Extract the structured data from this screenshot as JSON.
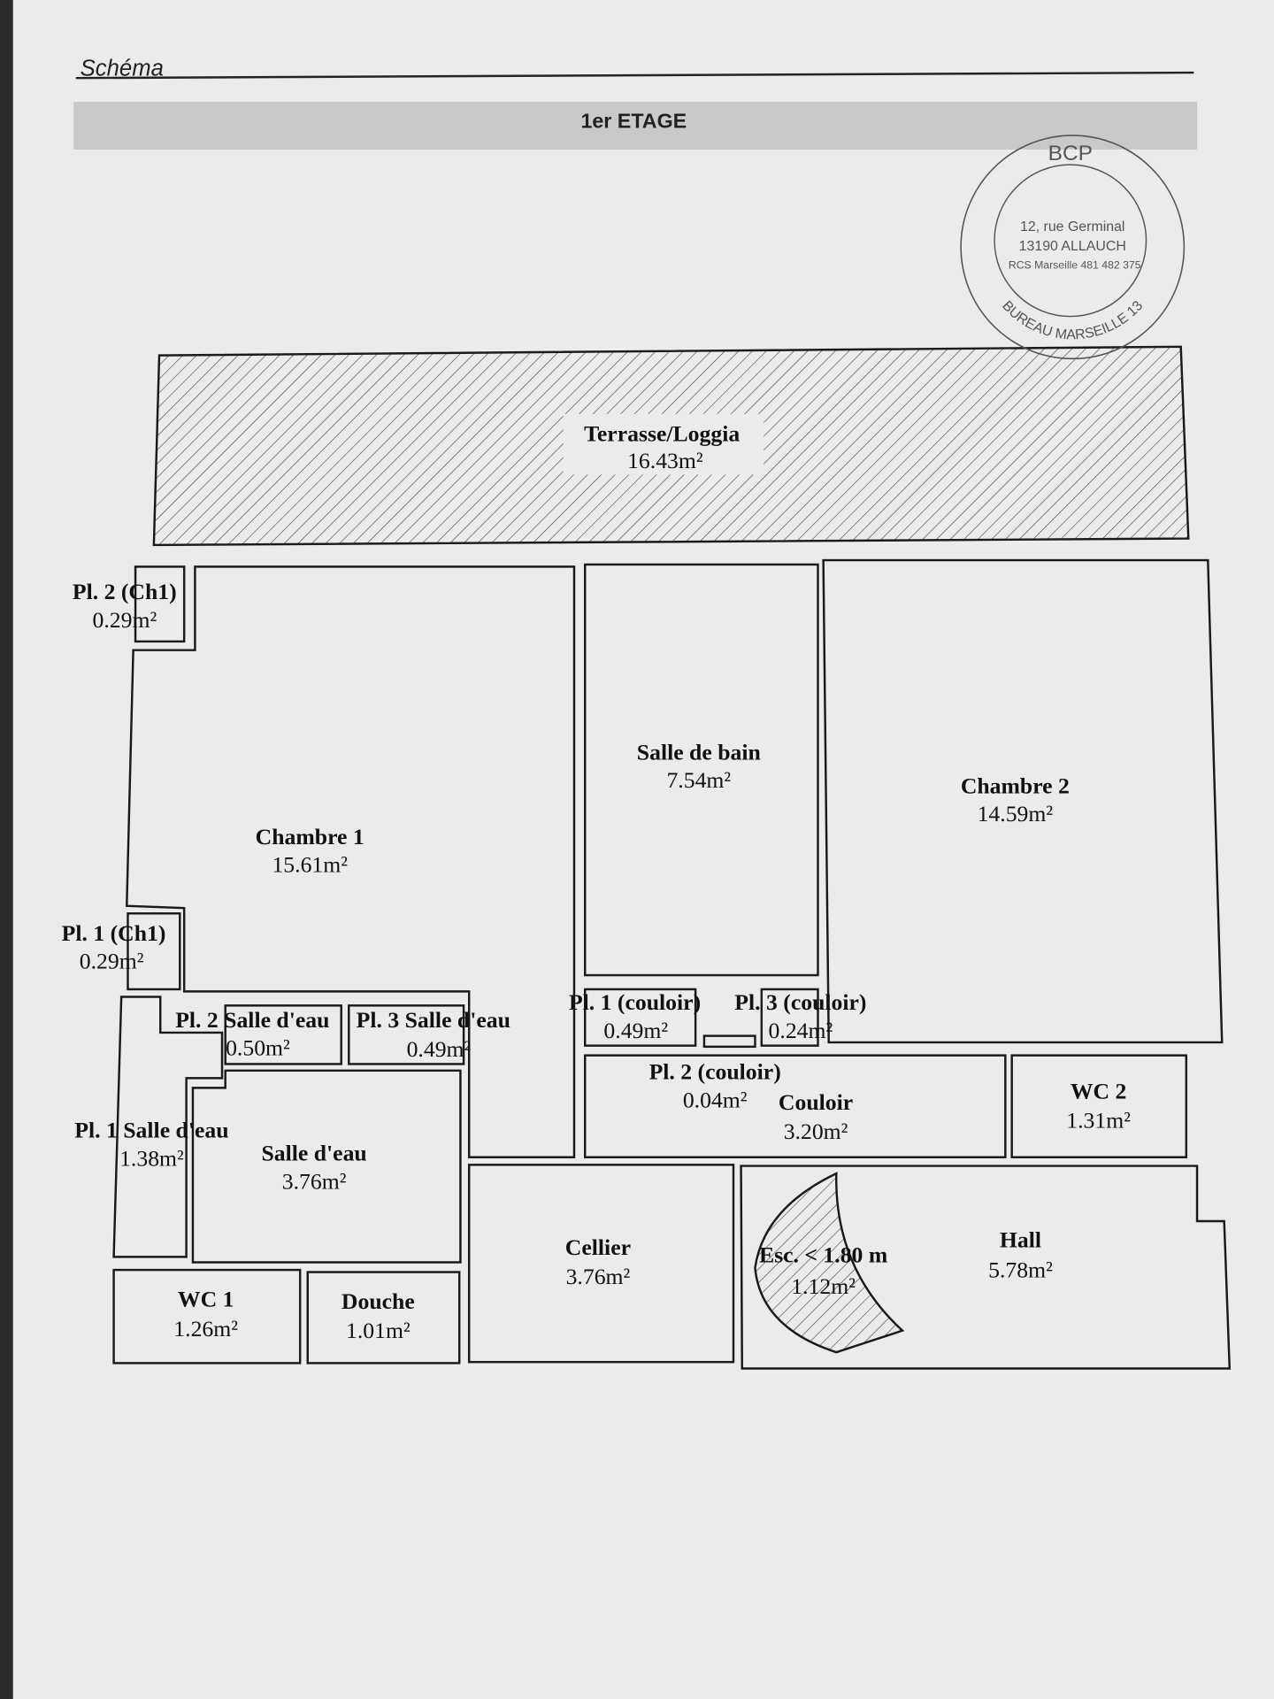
{
  "header": {
    "section": "Schéma",
    "floor": "1er ETAGE"
  },
  "stamp": {
    "brand": "BCP",
    "address_line1": "12, rue Germinal",
    "address_line2": "13190 ALLAUCH",
    "registration": "RCS Marseille 481 482 375",
    "ring_text": "BUREAU MARSEILLE 13"
  },
  "rooms": {
    "terrasse": {
      "name": "Terrasse/Loggia",
      "area": "16.43m²"
    },
    "pl2_ch1": {
      "name": "Pl. 2 (Ch1)",
      "area": "0.29m²"
    },
    "chambre1": {
      "name": "Chambre 1",
      "area": "15.61m²"
    },
    "pl1_ch1": {
      "name": "Pl. 1 (Ch1)",
      "area": "0.29m²"
    },
    "salle_de_bain": {
      "name": "Salle de bain",
      "area": "7.54m²"
    },
    "chambre2": {
      "name": "Chambre 2",
      "area": "14.59m²"
    },
    "pl2_se": {
      "name": "Pl. 2 Salle d'eau",
      "area": "0.50m²"
    },
    "pl3_se": {
      "name": "Pl. 3 Salle d'eau",
      "area": "0.49m²"
    },
    "pl1_se": {
      "name": "Pl. 1 Salle d'eau",
      "area": "1.38m²"
    },
    "salle_eau": {
      "name": "Salle d'eau",
      "area": "3.76m²"
    },
    "pl1_couloir": {
      "name": "Pl. 1 (couloir)",
      "area": "0.49m²"
    },
    "pl3_couloir": {
      "name": "Pl. 3 (couloir)",
      "area": "0.24m²"
    },
    "pl2_couloir": {
      "name": "Pl. 2 (couloir)",
      "area": "0.04m²"
    },
    "couloir": {
      "name": "Couloir",
      "area": "3.20m²"
    },
    "wc2": {
      "name": "WC 2",
      "area": "1.31m²"
    },
    "wc1": {
      "name": "WC 1",
      "area": "1.26m²"
    },
    "douche": {
      "name": "Douche",
      "area": "1.01m²"
    },
    "cellier": {
      "name": "Cellier",
      "area": "3.76m²"
    },
    "escalier": {
      "name": "Esc. < 1.80 m",
      "area": "1.12m²"
    },
    "hall": {
      "name": "Hall",
      "area": "5.78m²"
    }
  }
}
